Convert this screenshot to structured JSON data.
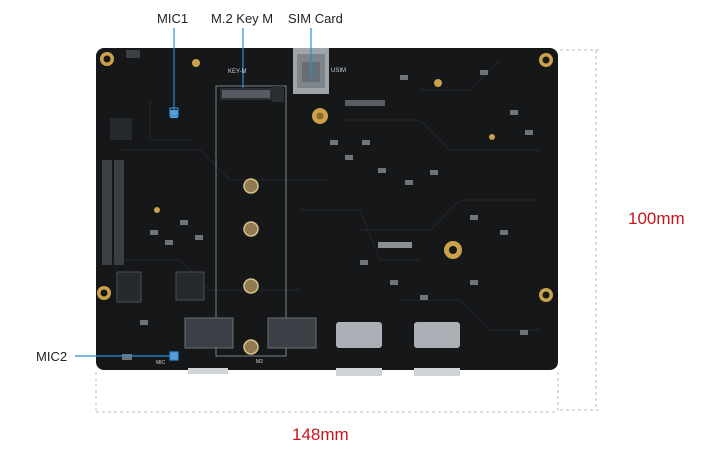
{
  "callouts": {
    "mic1": "MIC1",
    "m2": "M.2 Key M",
    "sim": "SIM Card",
    "mic2": "MIC2"
  },
  "silkscreen": {
    "key_m": "KEY-M",
    "usim": "USIM",
    "mic": "MIC",
    "m2": "M2"
  },
  "dimensions": {
    "height": "100mm",
    "width": "148mm"
  },
  "colors": {
    "board": "#151719",
    "callout_line": "#2a8fd6",
    "dimension_text": "#c8141e",
    "dimension_line": "#bdbdbd"
  }
}
